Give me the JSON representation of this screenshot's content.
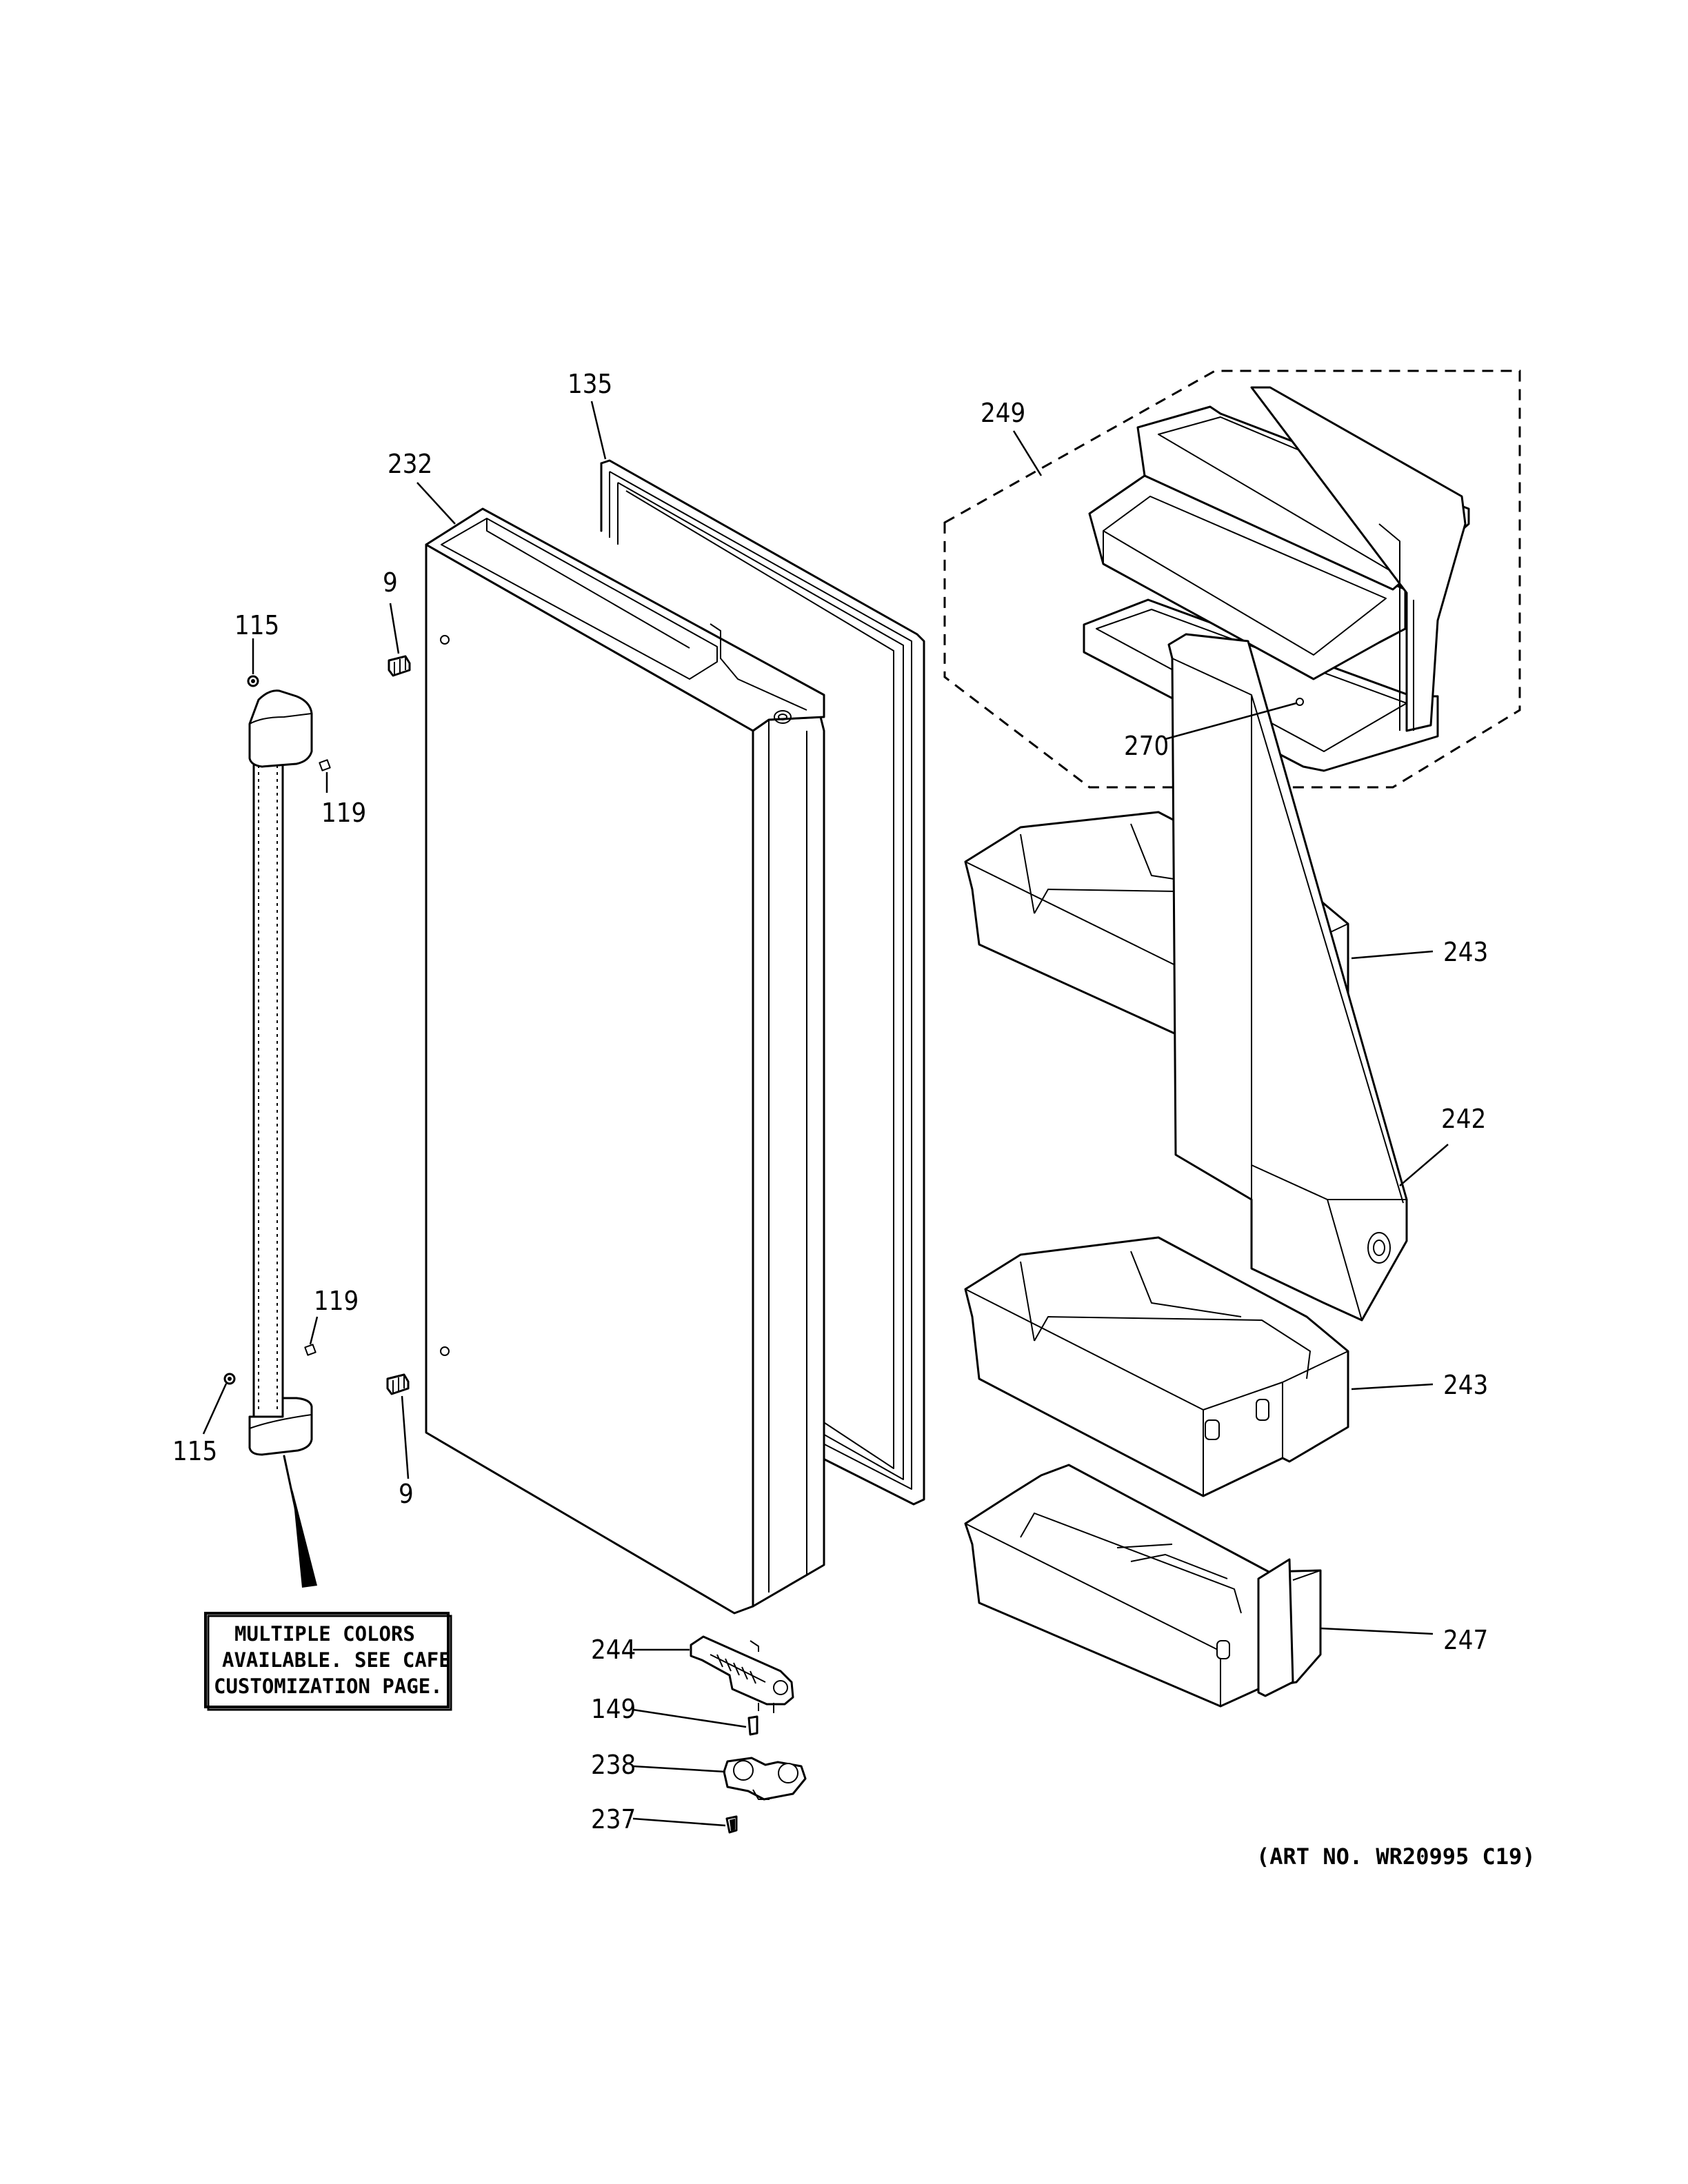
{
  "labels": {
    "l135": "135",
    "l232": "232",
    "l249": "249",
    "l270": "270",
    "l9a": "9",
    "l9b": "9",
    "l115a": "115",
    "l115b": "115",
    "l119a": "119",
    "l119b": "119",
    "l243a": "243",
    "l243b": "243",
    "l242": "242",
    "l247": "247",
    "l244": "244",
    "l149": "149",
    "l238": "238",
    "l237": "237"
  },
  "note": {
    "line1": "MULTIPLE COLORS",
    "line2": "AVAILABLE. SEE CAFE",
    "line3": "CUSTOMIZATION PAGE."
  },
  "art_number": "(ART NO. WR20995 C19)"
}
